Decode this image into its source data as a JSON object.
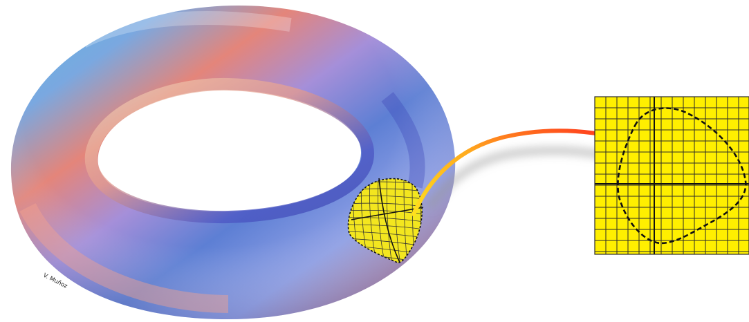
{
  "diagram": {
    "credit": "V. Muñoz",
    "colors": {
      "patch_fill": "#f5e61e",
      "grid_fill": "#ffef00",
      "grid_lines": "#222222",
      "arrow_start": "#ffd21e",
      "arrow_end": "#ff2a1e",
      "torus_hues": [
        "#5fb6e0",
        "#e87a6f",
        "#8fa0e6",
        "#4a55c0"
      ]
    },
    "elements": {
      "torus": "torus-surface",
      "patch": "coordinate-patch-on-torus",
      "map_arrow": "curved-mapping-arrow",
      "chart": "flat-coordinate-grid-with-dashed-region"
    }
  }
}
